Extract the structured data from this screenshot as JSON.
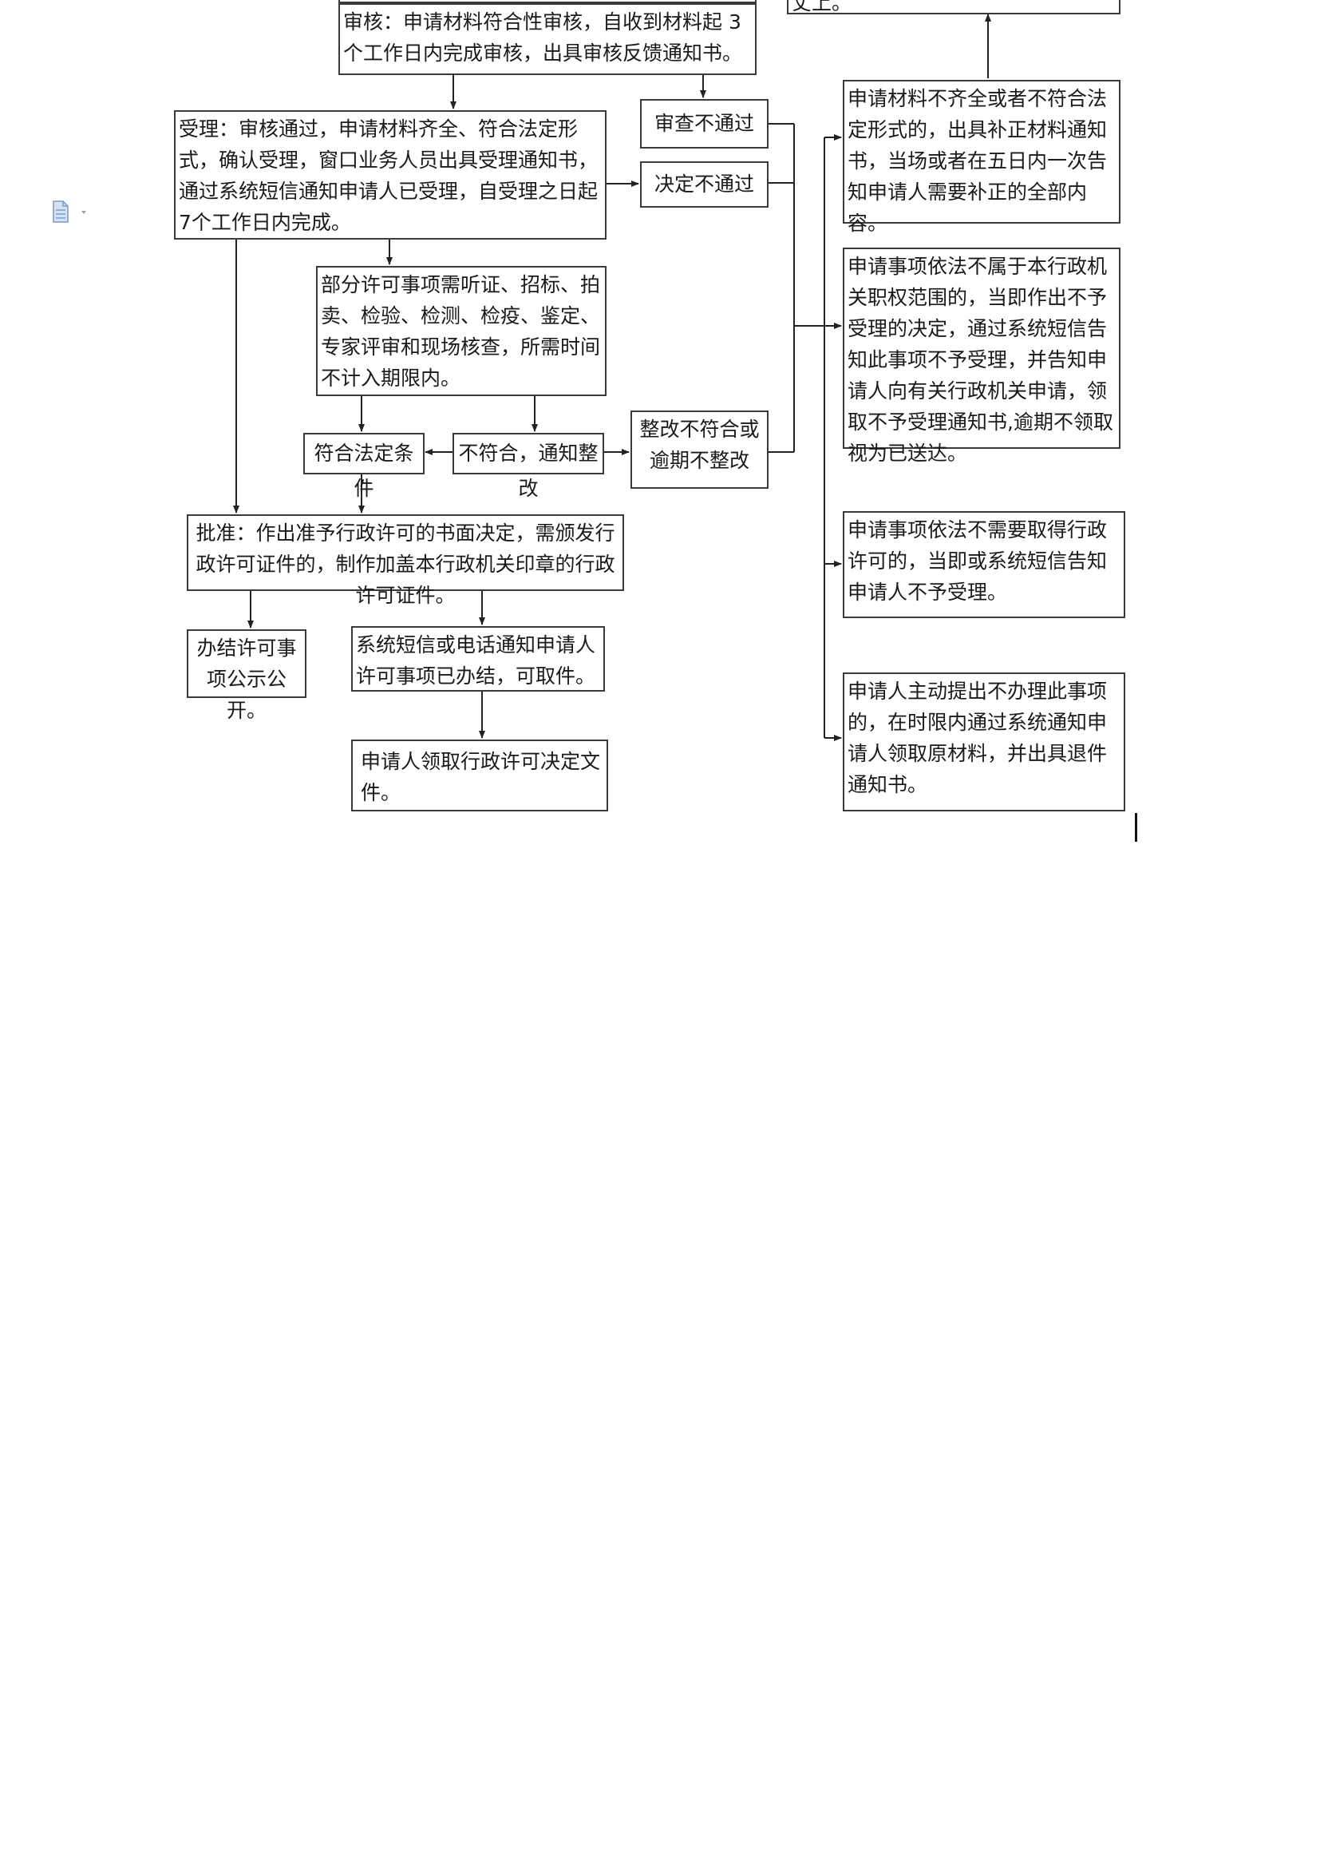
{
  "flowchart": {
    "top_partial": "…",
    "right_top_partial": "丈上。",
    "review": "审核：申请材料符合性审核，自收到材料起 3个工作日内完成审核，出具审核反馈通知书。",
    "review_fail": "审查不通过",
    "decision_fail": "决定不通过",
    "accept": "受理：审核通过，申请材料齐全、符合法定形式，确认受理，窗口业务人员出具受理通知书，通过系统短信通知申请人已受理，自受理之日起 7个工作日内完成。",
    "special_procedures": "部分许可事项需听证、招标、拍卖、检验、检测、检疫、鉴定、专家评审和现场核查，所需时间不计入期限内。",
    "meets_conditions": "符合法定条件",
    "not_meet": "不符合，通知整改",
    "rectify_fail": "整改不符合或逾期不整改",
    "approve": "批准：作出准予行政许可的书面决定，需颁发行政许可证件的，制作加盖本行政机关印章的行政许可证件。",
    "publicize": "办结许可事项公示公开。",
    "notify_pickup": "系统短信或电话通知申请人许可事项已办结，可取件。",
    "receive_decision": "申请人领取行政许可决定文件。",
    "supplement": "申请材料不齐全或者不符合法定形式的，出具补正材料通知书，当场或者在五日内一次告知申请人需要补正的全部内容。",
    "out_of_scope": "申请事项依法不属于本行政机关职权范围的，当即作出不予受理的决定，通过系统短信告知此事项不予受理，并告知申请人向有关行政机关申请，领取不予受理通知书,逾期不领取视为已送达。",
    "not_required": "申请事项依法不需要取得行政许可的，当即或系统短信告知申请人不予受理。",
    "withdraw": "申请人主动提出不办理此事项的，在时限内通过系统通知申请人领取原材料，并出具退件通知书。"
  },
  "icons": {
    "document_icon": "document-icon",
    "text_cursor": "text-cursor-icon"
  },
  "colors": {
    "border": "#3a3a3a",
    "icon": "#7a9cc8"
  }
}
